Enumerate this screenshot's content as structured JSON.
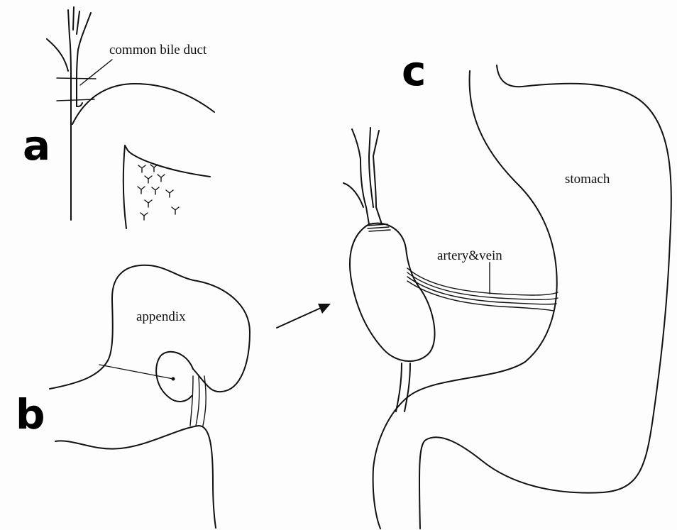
{
  "figure": {
    "panels": {
      "a": "a",
      "b": "b",
      "c": "c"
    },
    "labels": {
      "common_bile_duct": "common bile duct",
      "appendix": "appendix",
      "stomach": "stomach",
      "artery_vein": "artery&vein"
    }
  }
}
